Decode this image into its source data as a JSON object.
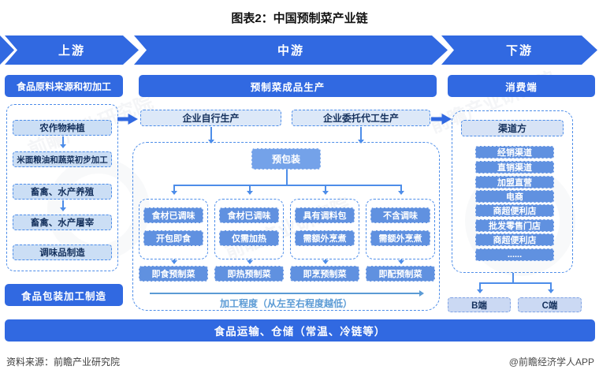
{
  "title": "图表2：中国预制菜产业链",
  "colors": {
    "primary_blue": "#3169e1",
    "medium_blue": "#6091e0",
    "light_fill": "#cbdef5",
    "dash_blue": "#4d8de9",
    "note_blue": "#5b9bd5",
    "dark_text": "#14305c"
  },
  "band": {
    "upstream": "上游",
    "midstream": "中游",
    "downstream": "下游"
  },
  "upstream": {
    "header": "食品原料来源和初加工",
    "items": [
      "农作物种植",
      "米面粮油和蔬菜初步加工",
      "畜禽、水产养殖",
      "畜禽、水产屠宰",
      "调味品制造"
    ],
    "packaging": "食品包装加工制造"
  },
  "midstream": {
    "header": "预制菜成品生产",
    "self_production": "企业自行生产",
    "oem_production": "企业委托代工生产",
    "prepackage": "预包装",
    "columns": [
      {
        "top": "食材已调味",
        "bottom": "开包即食",
        "result": "即食预制菜"
      },
      {
        "top": "食材已调味",
        "bottom": "仅需加热",
        "result": "即热预制菜"
      },
      {
        "top": "具有调料包",
        "bottom": "需额外烹煮",
        "result": "即烹预制菜"
      },
      {
        "top": "不含调味",
        "bottom": "需额外烹煮",
        "result": "即配预制菜"
      }
    ],
    "degree_note": "加工程度（从左至右程度越低）"
  },
  "downstream": {
    "header": "消费端",
    "channel_header": "渠道方",
    "channels": [
      "经销渠道",
      "直销渠道",
      "加盟直营",
      "电商",
      "商超便利店",
      "批发零售门店",
      "商超便利店",
      "......"
    ],
    "b_end": "B端",
    "c_end": "C端"
  },
  "logistics_bar": "食品运输、仓储（常温、冷链等）",
  "footer": {
    "source": "资料来源：前瞻产业研究院",
    "brand": "@前瞻经济学人APP"
  },
  "watermark": "前瞻产业研究院"
}
